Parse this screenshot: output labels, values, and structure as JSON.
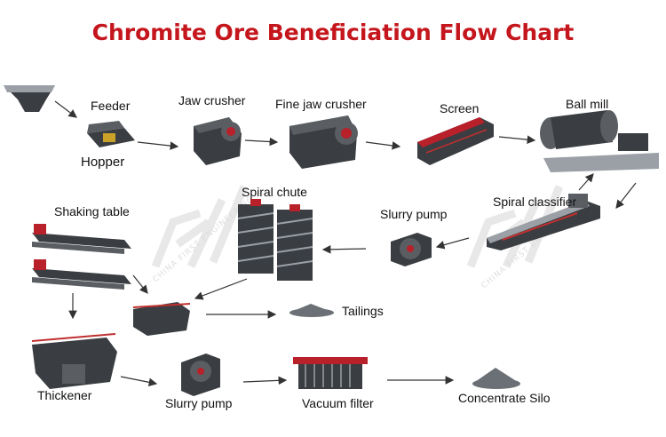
{
  "title": "Chromite Ore Beneficiation Flow Chart",
  "labels": {
    "feeder": "Feeder",
    "hopper": "Hopper",
    "jaw_crusher": "Jaw crusher",
    "fine_jaw_crusher": "Fine jaw crusher",
    "screen": "Screen",
    "ball_mill": "Ball mill",
    "spiral_chute": "Spiral chute",
    "slurry_pump_1": "Slurry pump",
    "spiral_classifier": "Spiral classifier",
    "shaking_table": "Shaking table",
    "tailings": "Tailings",
    "thickener": "Thickener",
    "slurry_pump_2": "Slurry pump",
    "vacuum_filter": "Vacuum filter",
    "concentrate_silo": "Concentrate Silo"
  },
  "colors": {
    "title": "#c4161c",
    "machine": "#3a3d41",
    "accent_red": "#b8202a"
  }
}
